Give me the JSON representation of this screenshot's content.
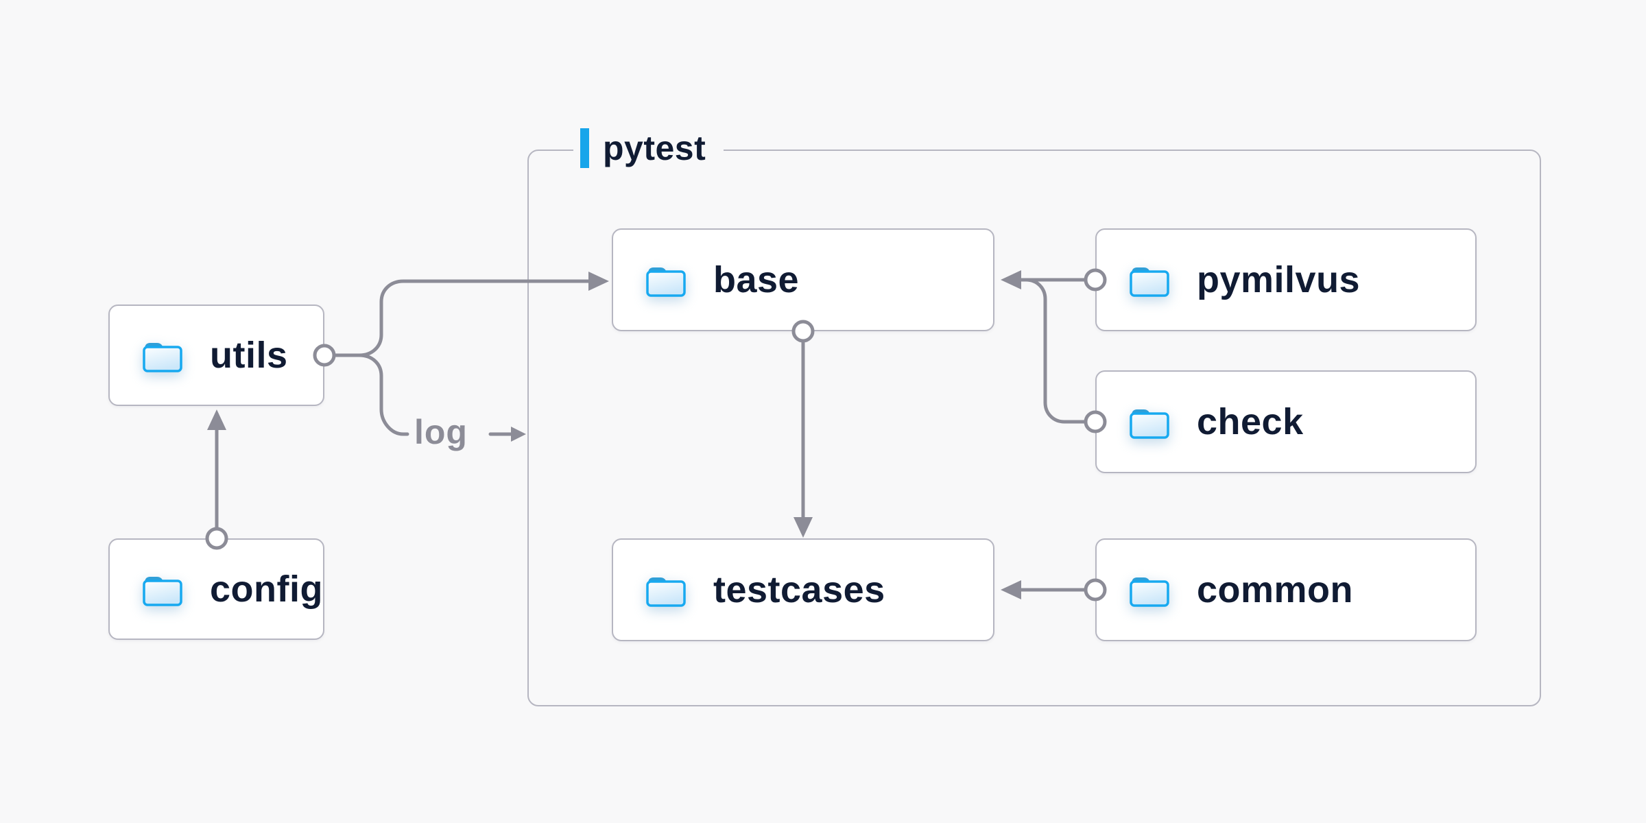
{
  "diagram": {
    "container": {
      "label": "pytest"
    },
    "nodes": {
      "utils": {
        "label": "utils",
        "icon": "folder-icon"
      },
      "config": {
        "label": "config",
        "icon": "folder-icon"
      },
      "base": {
        "label": "base",
        "icon": "folder-icon"
      },
      "pymilvus": {
        "label": "pymilvus",
        "icon": "folder-icon"
      },
      "check": {
        "label": "check",
        "icon": "folder-icon"
      },
      "testcases": {
        "label": "testcases",
        "icon": "folder-icon"
      },
      "common": {
        "label": "common",
        "icon": "folder-icon"
      }
    },
    "edge_label": {
      "text": "log"
    },
    "edges": [
      {
        "from": "config",
        "to": "utils"
      },
      {
        "from": "utils",
        "to": "base"
      },
      {
        "from": "utils",
        "to": "pytest-group",
        "label": "log"
      },
      {
        "from": "base",
        "to": "testcases"
      },
      {
        "from": "pymilvus",
        "to": "base"
      },
      {
        "from": "check",
        "to": "base"
      },
      {
        "from": "common",
        "to": "testcases"
      }
    ],
    "colors": {
      "background": "#f8f8f9",
      "node_fill": "#ffffff",
      "node_border": "#b6b6c1",
      "connector": "#8c8c97",
      "accent": "#17a5ea",
      "text": "#101b33",
      "muted_text": "#8c8c97",
      "folder_stroke": "#17a9f0",
      "folder_tab": "#2f9fd8",
      "folder_fill_top": "#fcfeff",
      "folder_fill_bottom": "#cbe7fa"
    }
  }
}
